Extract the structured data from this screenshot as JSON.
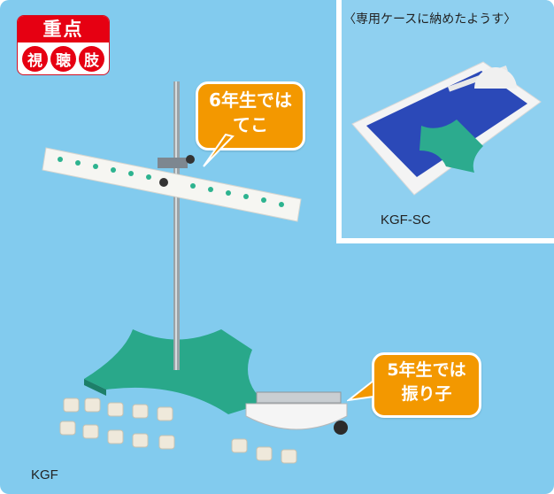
{
  "badge": {
    "title": "重点",
    "icons": [
      "視",
      "聴",
      "肢"
    ]
  },
  "bubble_top": {
    "line1": "6年生では",
    "line2": "てこ"
  },
  "bubble_bottom": {
    "line1": "5年生では",
    "line2": "振り子"
  },
  "inset": {
    "caption": "〈専用ケースに納めたようす〉",
    "label": "KGF-SC"
  },
  "main_label": "KGF",
  "colors": {
    "background": "#82cbee",
    "badge_red": "#e60012",
    "bubble_orange": "#f39800",
    "stand_green": "#29a88a",
    "case_blue": "#2b49b8"
  }
}
